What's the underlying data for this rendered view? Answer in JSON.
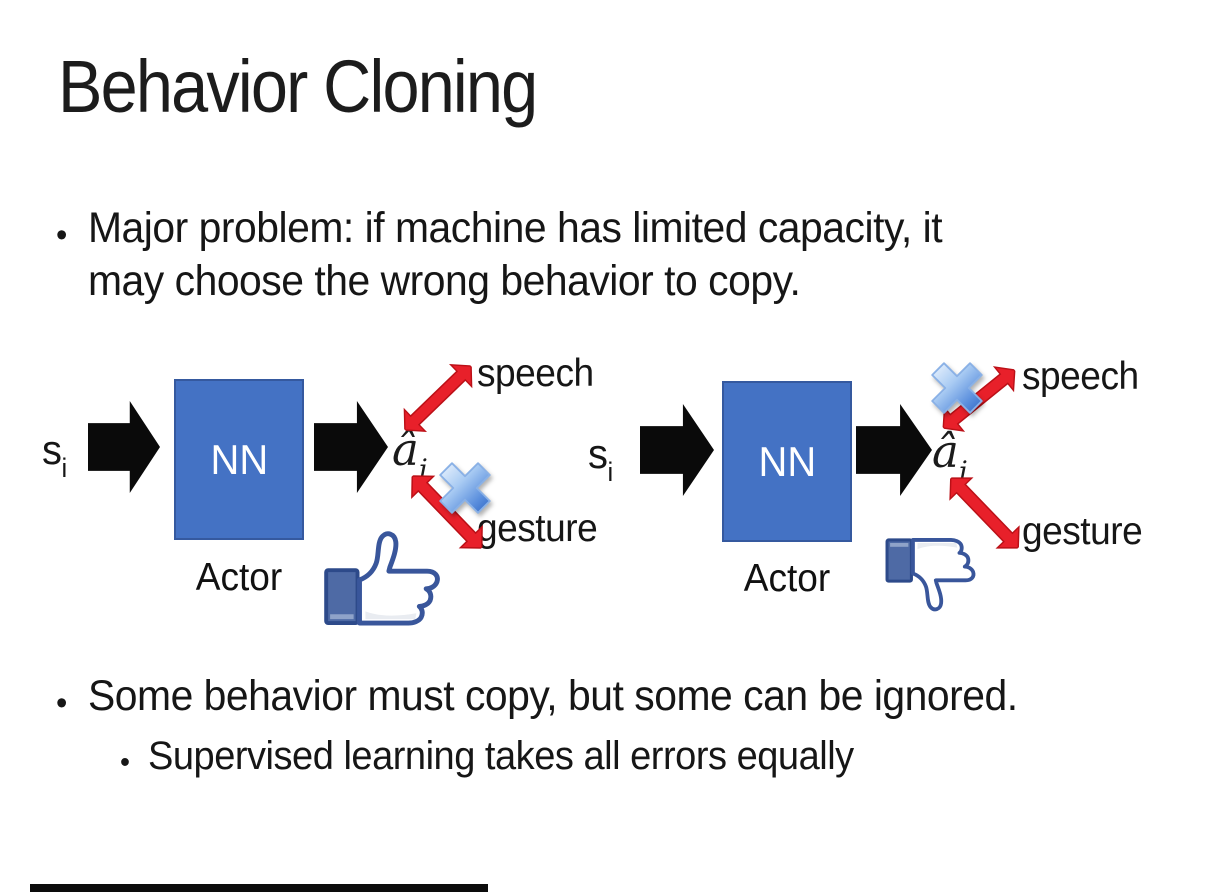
{
  "slide": {
    "title": "Behavior Cloning",
    "bullets": {
      "marker": "•",
      "main1_line1": "Major problem: if machine has limited capacity, it",
      "main1_line2": "may choose the wrong behavior to copy.",
      "main2": "Some behavior must copy, but some can be ignored.",
      "sub1": "Supervised learning takes all errors equally"
    }
  },
  "diagram_left": {
    "input_label": {
      "base": "s",
      "sub": "i"
    },
    "network_label": "NN",
    "network_caption": "Actor",
    "output_label": {
      "base": "â",
      "sub": "i"
    },
    "branch_top_label": "speech",
    "branch_bottom_label": "gesture",
    "crossed_branch": "gesture",
    "feedback_icon": "thumbs-up"
  },
  "diagram_right": {
    "input_label": {
      "base": "s",
      "sub": "i"
    },
    "network_label": "NN",
    "network_caption": "Actor",
    "output_label": {
      "base": "â",
      "sub": "i"
    },
    "branch_top_label": "speech",
    "branch_bottom_label": "gesture",
    "crossed_branch": "speech",
    "feedback_icon": "thumbs-down"
  },
  "colors": {
    "network_box": "#4472C4",
    "network_border": "#35599f",
    "arrow_black": "#0a0a0a",
    "arrow_red": "#e8202a",
    "cross_blue": "#3f76d2",
    "thumb_outline": "#39569b",
    "text": "#161616"
  }
}
